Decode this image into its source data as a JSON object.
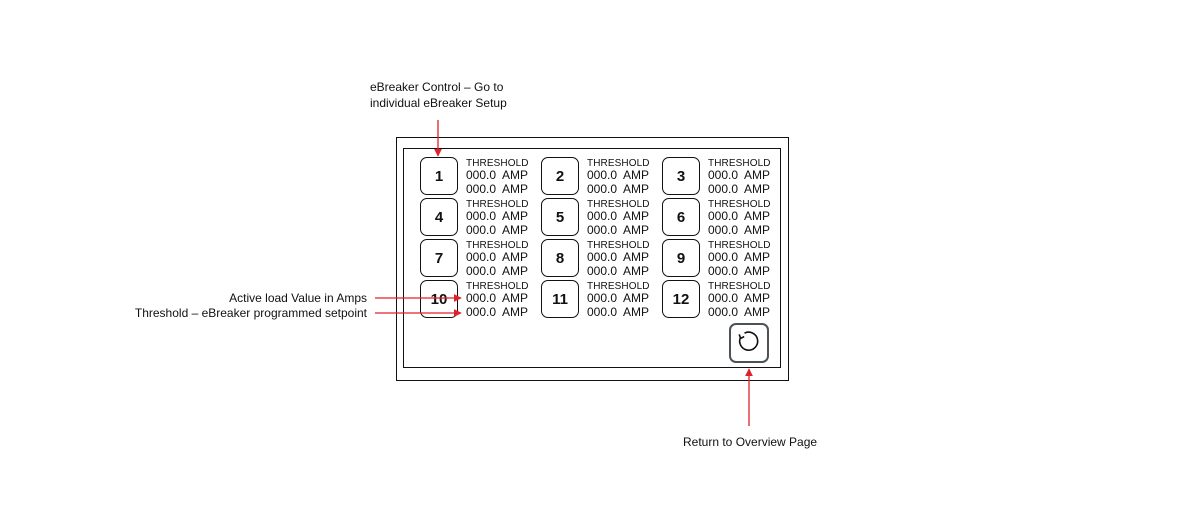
{
  "annotations": {
    "breaker_control": [
      "eBreaker Control – Go to",
      "individual eBreaker Setup"
    ],
    "active_load": "Active load Value in Amps",
    "threshold": "Threshold – eBreaker programmed setpoint",
    "return": "Return to Overview Page"
  },
  "colors": {
    "arrow": "#e0202a",
    "outline": "#111111",
    "return_border": "#4b5258"
  },
  "return_icon": "refresh-icon",
  "breakers": [
    {
      "number": "1",
      "threshold_label": "THRESHOLD",
      "load": "000.0  AMP",
      "threshold": "000.0  AMP"
    },
    {
      "number": "2",
      "threshold_label": "THRESHOLD",
      "load": "000.0  AMP",
      "threshold": "000.0  AMP"
    },
    {
      "number": "3",
      "threshold_label": "THRESHOLD",
      "load": "000.0  AMP",
      "threshold": "000.0  AMP"
    },
    {
      "number": "4",
      "threshold_label": "THRESHOLD",
      "load": "000.0  AMP",
      "threshold": "000.0  AMP"
    },
    {
      "number": "5",
      "threshold_label": "THRESHOLD",
      "load": "000.0  AMP",
      "threshold": "000.0  AMP"
    },
    {
      "number": "6",
      "threshold_label": "THRESHOLD",
      "load": "000.0  AMP",
      "threshold": "000.0  AMP"
    },
    {
      "number": "7",
      "threshold_label": "THRESHOLD",
      "load": "000.0  AMP",
      "threshold": "000.0  AMP"
    },
    {
      "number": "8",
      "threshold_label": "THRESHOLD",
      "load": "000.0  AMP",
      "threshold": "000.0  AMP"
    },
    {
      "number": "9",
      "threshold_label": "THRESHOLD",
      "load": "000.0  AMP",
      "threshold": "000.0  AMP"
    },
    {
      "number": "10",
      "threshold_label": "THRESHOLD",
      "load": "000.0  AMP",
      "threshold": "000.0  AMP"
    },
    {
      "number": "11",
      "threshold_label": "THRESHOLD",
      "load": "000.0  AMP",
      "threshold": "000.0  AMP"
    },
    {
      "number": "12",
      "threshold_label": "THRESHOLD",
      "load": "000.0  AMP",
      "threshold": "000.0  AMP"
    }
  ]
}
